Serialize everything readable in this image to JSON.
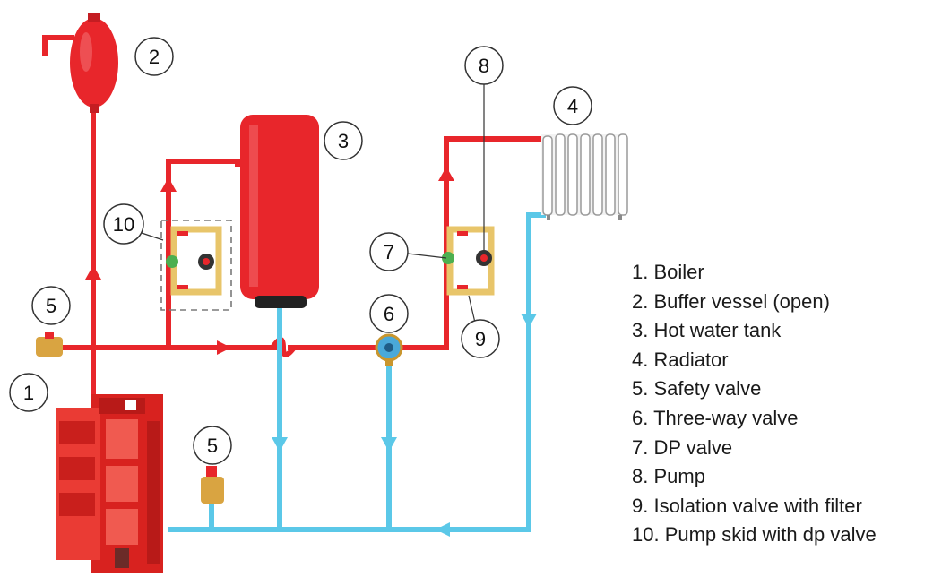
{
  "callouts": {
    "boiler": "1",
    "buffer_vessel": "2",
    "hot_water_tank": "3",
    "radiator": "4",
    "safety_valve_top": "5",
    "safety_valve_bottom": "5",
    "three_way_valve": "6",
    "dp_valve": "7",
    "pump": "8",
    "isolation_valve": "9",
    "pump_skid": "10"
  },
  "legend": [
    "1. Boiler",
    "2. Buffer vessel  (open)",
    "3. Hot water tank",
    "4. Radiator",
    "5. Safety valve",
    "6. Three-way valve",
    "7. DP valve",
    "8. Pump",
    "9. Isolation valve with filter",
    "10. Pump skid with dp valve"
  ],
  "colors": {
    "supply_pipe": "#e8262b",
    "return_pipe": "#5bc8e8",
    "equipment_red": "#e8262b",
    "fitting_brass": "#e8c56a"
  }
}
